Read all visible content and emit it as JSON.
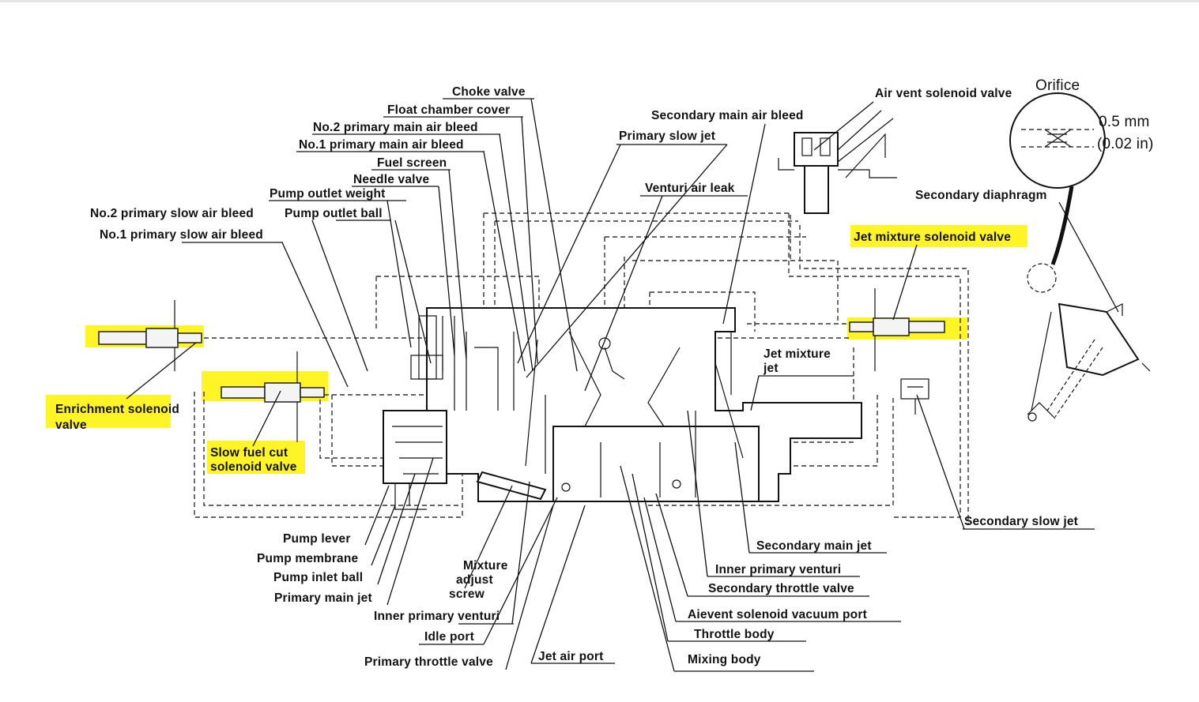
{
  "diagram": {
    "labels": {
      "choke_valve": "Choke valve",
      "float_chamber_cover": "Float chamber cover",
      "no2_primary_main_air_bleed": "No.2 primary main air bleed",
      "no1_primary_main_air_bleed": "No.1 primary main air bleed",
      "fuel_screen": "Fuel screen",
      "needle_valve": "Needle valve",
      "pump_outlet_weight": "Pump outlet weight",
      "no2_primary_slow_air_bleed": "No.2 primary slow air bleed",
      "pump_outlet_ball": "Pump outlet ball",
      "no1_primary_slow_air_bleed": "No.1 primary slow air bleed",
      "primary_slow_jet": "Primary slow jet",
      "venturi_air_leak": "Venturi air leak",
      "secondary_main_air_bleed": "Secondary main air bleed",
      "air_vent_solenoid_valve": "Air vent solenoid valve",
      "orifice": "Orifice",
      "orifice_size_mm": "0.5 mm",
      "orifice_size_in": "(0.02 in)",
      "secondary_diaphragm": "Secondary diaphragm",
      "jet_mixture_solenoid_valve": "Jet mixture solenoid valve",
      "jet_mixture_jet_1": "Jet mixture",
      "jet_mixture_jet_2": "jet",
      "enrichment_solenoid_valve_1": "Enrichment solenoid",
      "enrichment_solenoid_valve_2": "valve",
      "slow_fuel_cut_solenoid_valve_1": "Slow fuel cut",
      "slow_fuel_cut_solenoid_valve_2": "solenoid valve",
      "secondary_slow_jet": "Secondary slow jet",
      "secondary_main_jet": "Secondary main jet",
      "inner_primary_venturi_right": "Inner primary venturi",
      "secondary_throttle_valve": "Secondary throttle valve",
      "aievent_solenoid_vacuum_port": "Aievent solenoid vacuum port",
      "throttle_body": "Throttle body",
      "mixing_body": "Mixing body",
      "jet_air_port": "Jet air port",
      "pump_lever": "Pump lever",
      "pump_membrane": "Pump membrane",
      "pump_inlet_ball": "Pump inlet ball",
      "primary_main_jet": "Primary main jet",
      "mixture_adjust_screw_1": "Mixture",
      "mixture_adjust_screw_2": "adjust",
      "mixture_adjust_screw_3": "screw",
      "inner_primary_venturi_left": "Inner primary venturi",
      "idle_port": "Idle port",
      "primary_throttle_valve": "Primary throttle valve"
    },
    "colors": {
      "highlight": "#fff200",
      "ink": "#111111"
    }
  }
}
